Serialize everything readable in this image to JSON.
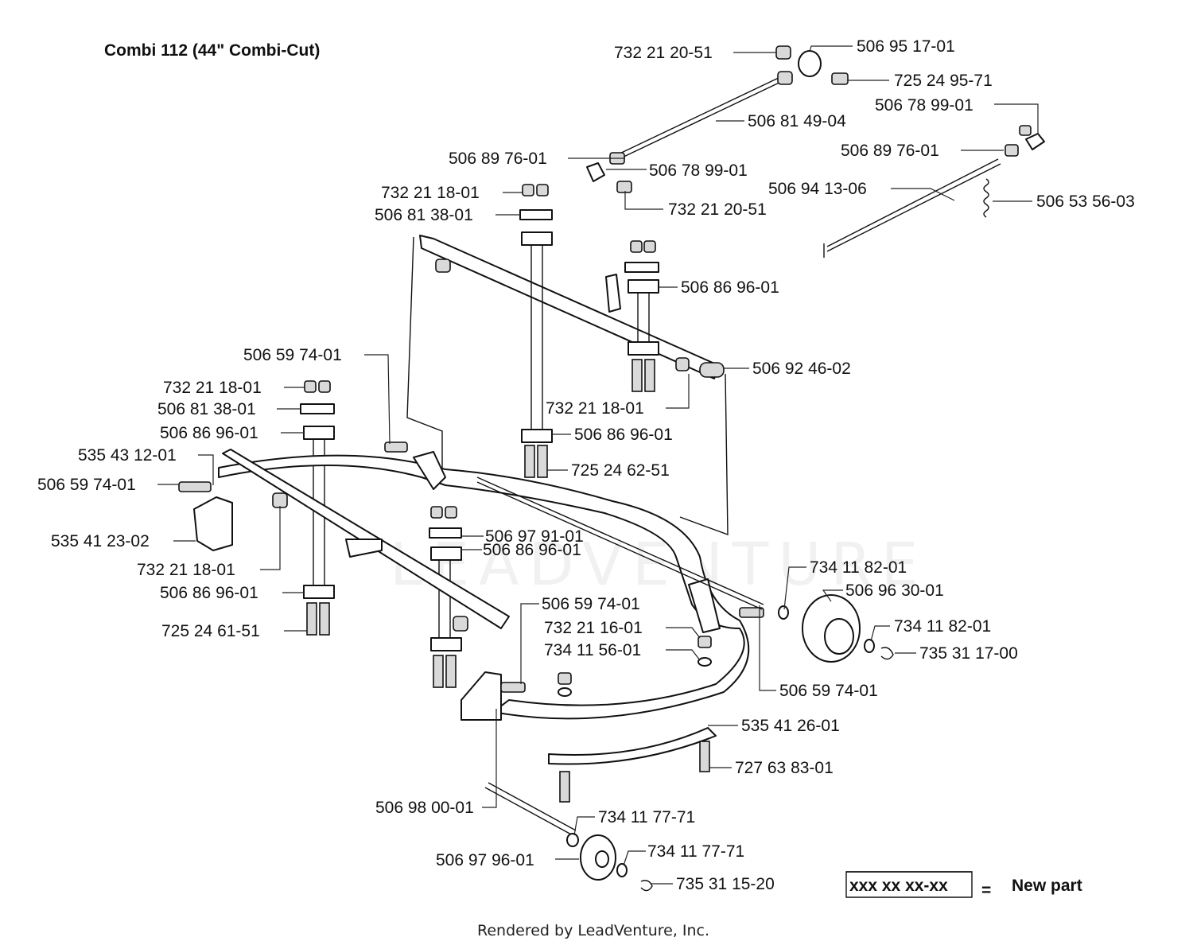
{
  "title": "Combi 112 (44\" Combi-Cut)",
  "footer": "Rendered by LeadVenture, Inc.",
  "watermark": "LEADVENTURE",
  "legend": {
    "box_text": "xxx xx xx-xx",
    "equals": "=",
    "meaning": "New part"
  },
  "callouts": [
    "732 21 20-51",
    "506 95 17-01",
    "725 24 95-71",
    "506 78 99-01",
    "506 81 49-04",
    "506 89 76-01",
    "506 89 76-01",
    "506 78 99-01",
    "506 94 13-06",
    "732 21 18-01",
    "506 53 56-03",
    "506 81 38-01",
    "732 21 20-51",
    "506 86 96-01",
    "506 59 74-01",
    "506 92 46-02",
    "732 21 18-01",
    "732 21 18-01",
    "506 81 38-01",
    "506 86 96-01",
    "506 86 96-01",
    "535 43 12-01",
    "725 24 62-51",
    "506 59 74-01",
    "506 97 91-01",
    "535 41 23-02",
    "506 86 96-01",
    "734 11 82-01",
    "732 21 18-01",
    "506 96 30-01",
    "506 86 96-01",
    "506 59 74-01",
    "734 11 82-01",
    "725 24 61-51",
    "732 21 16-01",
    "735 31 17-00",
    "734 11 56-01",
    "506 59 74-01",
    "535 41 26-01",
    "727 63 83-01",
    "506 98 00-01",
    "734 11 77-71",
    "506 97 96-01",
    "734 11 77-71",
    "735 31 15-20"
  ]
}
